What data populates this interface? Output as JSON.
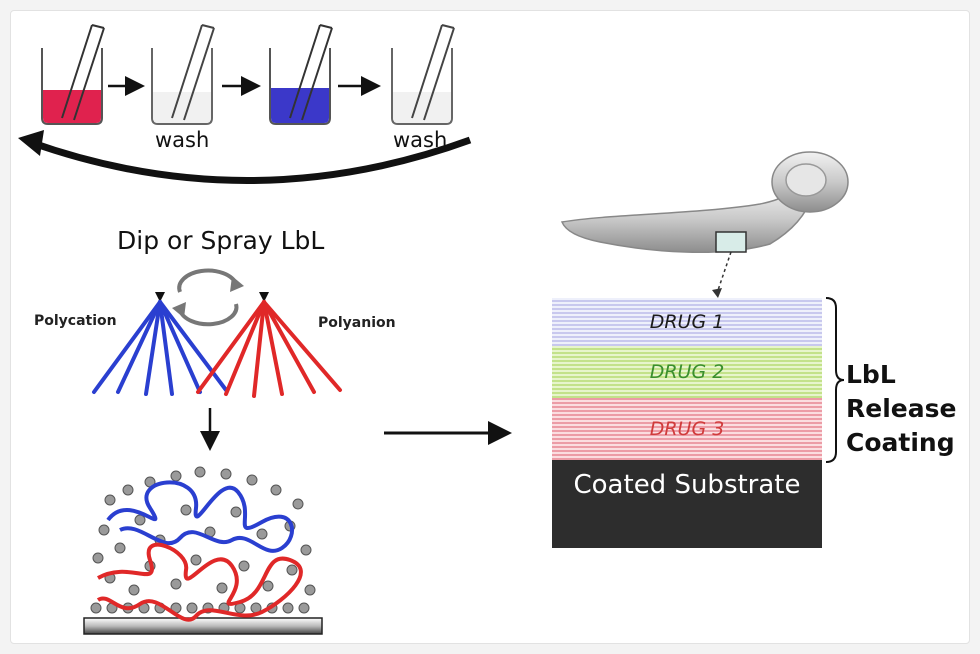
{
  "process": {
    "wash_1": "wash",
    "wash_2": "wash",
    "title": "Dip or Spray LbL",
    "polycation": "Polycation",
    "polyanion": "Polyanion"
  },
  "coating": {
    "drug_1": "DRUG 1",
    "drug_2": "DRUG 2",
    "drug_3": "DRUG 3",
    "substrate": "Coated Substrate",
    "lbl_line1": "LbL",
    "lbl_line2": "Release",
    "lbl_line3": "Coating"
  },
  "colors": {
    "red_solution": "#e0224e",
    "blue_solution": "#3b38c9",
    "polycation": "#2a3fd0",
    "polyanion": "#e02828"
  }
}
